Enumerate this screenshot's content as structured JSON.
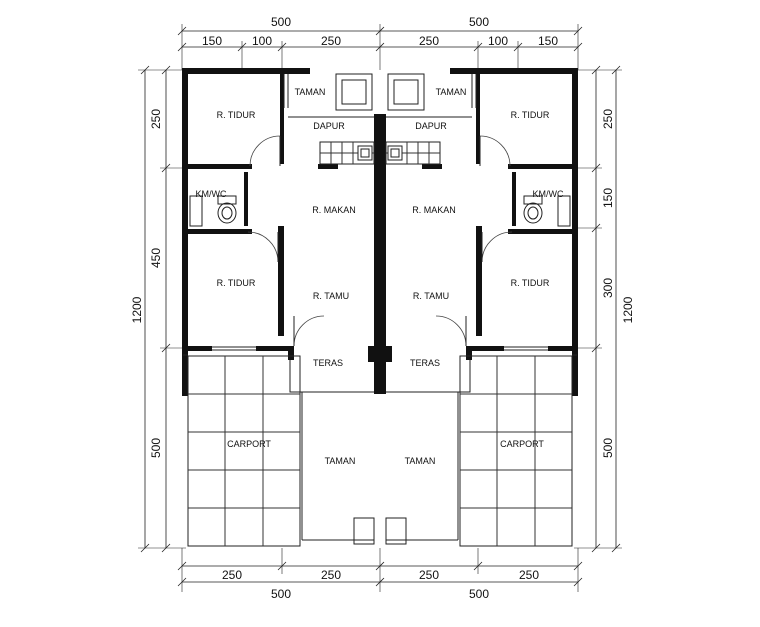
{
  "dimensions": {
    "top_totals": [
      "500",
      "500"
    ],
    "top_sub_left": [
      "150",
      "100",
      "250"
    ],
    "top_sub_right": [
      "250",
      "100",
      "150"
    ],
    "bottom_sub": [
      "250",
      "250",
      "250",
      "250"
    ],
    "bottom_totals": [
      "500",
      "500"
    ],
    "left_sub": [
      "250",
      "450",
      "500"
    ],
    "left_total": "1200",
    "right_sub": [
      "250",
      "150",
      "300",
      "500"
    ],
    "right_total": "1200"
  },
  "rooms": {
    "left": {
      "taman_top": "TAMAN",
      "dapur": "DAPUR",
      "r_tidur_top": "R. TIDUR",
      "kmwc": "KM/WC",
      "r_makan": "R. MAKAN",
      "r_tidur_bottom": "R. TIDUR",
      "r_tamu": "R. TAMU",
      "teras": "TERAS",
      "carport": "CARPORT",
      "taman_bottom": "TAMAN"
    },
    "right": {
      "taman_top": "TAMAN",
      "dapur": "DAPUR",
      "r_tidur_top": "R. TIDUR",
      "kmwc": "KM/WC",
      "r_makan": "R. MAKAN",
      "r_tidur_bottom": "R. TIDUR",
      "r_tamu": "R. TAMU",
      "teras": "TERAS",
      "carport": "CARPORT",
      "taman_bottom": "TAMAN"
    }
  }
}
